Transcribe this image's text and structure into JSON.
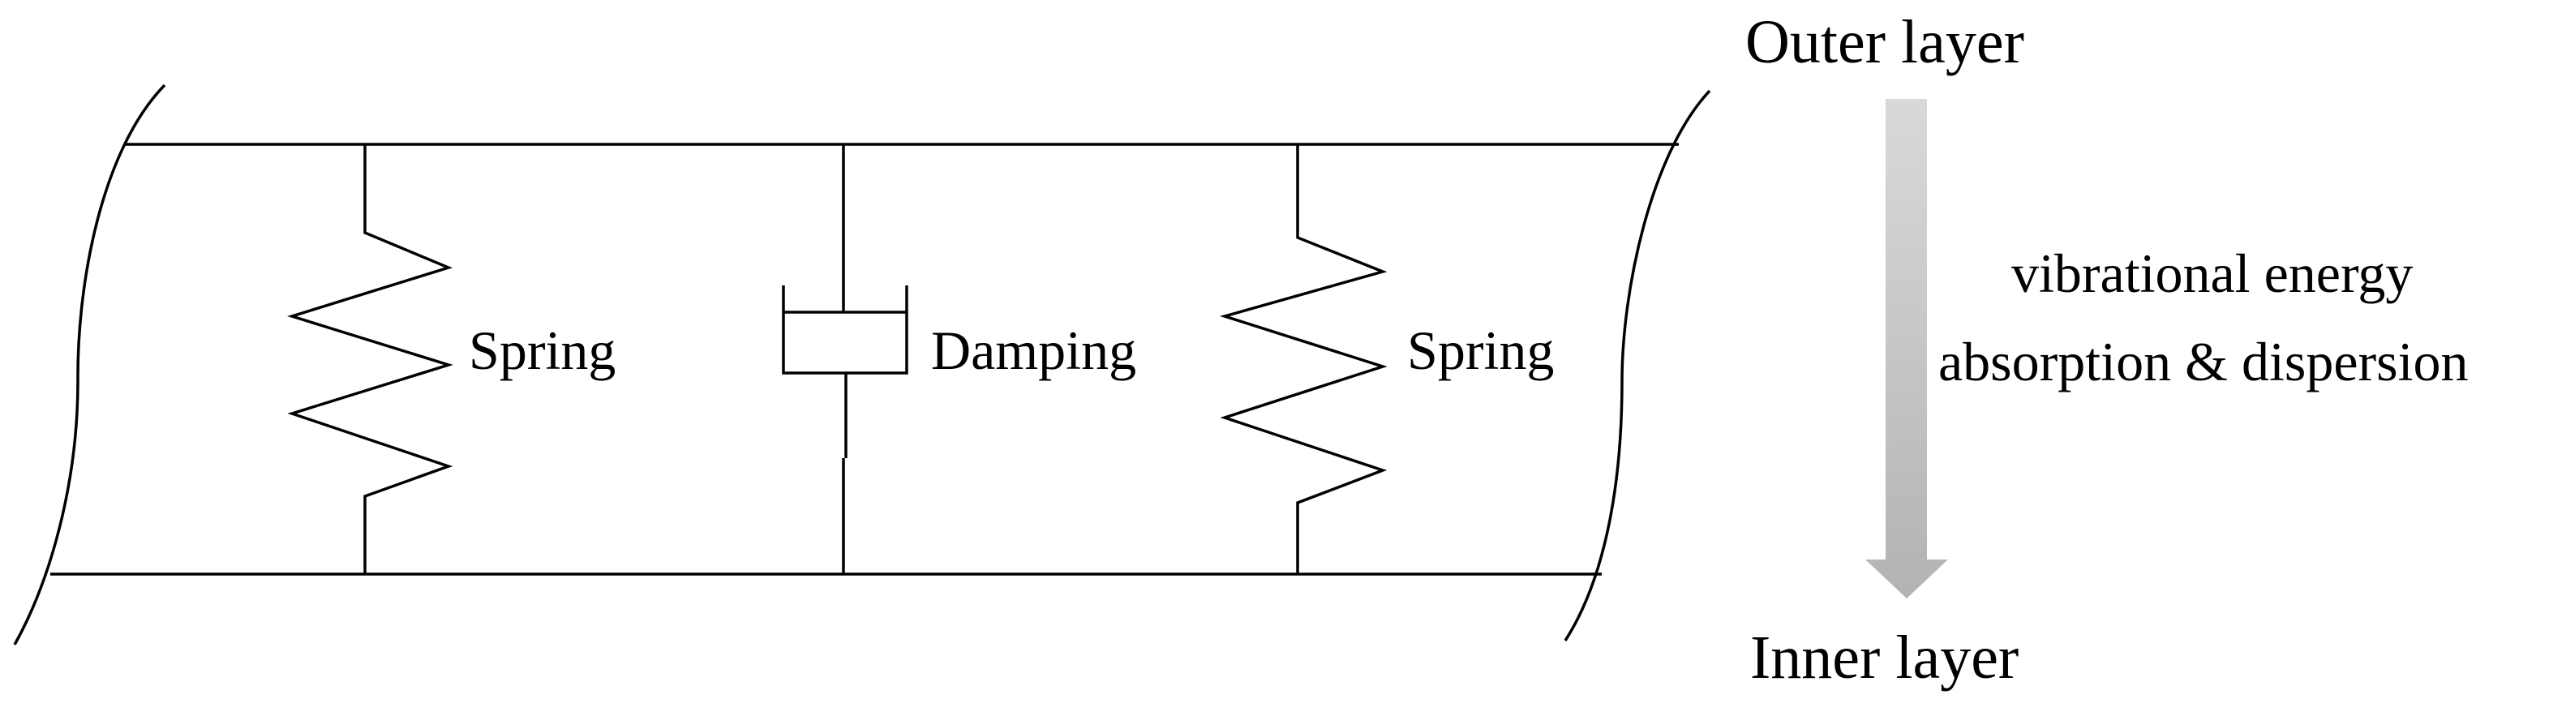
{
  "labels": {
    "outer_layer": "Outer layer",
    "inner_layer": "Inner layer",
    "left_spring": "Spring",
    "damping": "Damping",
    "right_spring": "Spring",
    "energy_line1": "vibrational energy",
    "energy_line2": "absorption & dispersion"
  },
  "colors": {
    "stroke": "#000000",
    "arrow_light": "#d9d9d9",
    "arrow_dark": "#b5b5b5"
  }
}
